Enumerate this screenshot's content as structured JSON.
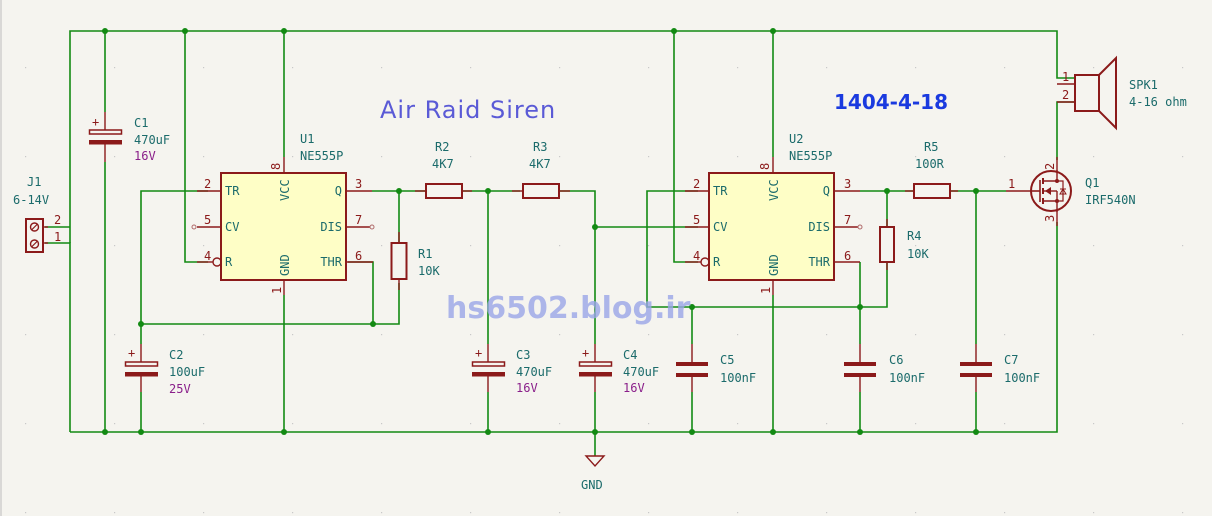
{
  "title": "Air Raid Siren",
  "date": "1404-4-18",
  "watermark": "hs6502.blog.ir",
  "colors": {
    "wire": "#138a13",
    "component": "#8b1a1a",
    "chip_fill": "#fefec6",
    "label": "#1b6b6b",
    "voltage": "#8a1f8a",
    "title": "#5a5ad6",
    "date": "#1a3adf"
  },
  "components": {
    "J1": {
      "ref": "J1",
      "value": "6-14V",
      "pins": [
        "2",
        "1"
      ]
    },
    "C1": {
      "ref": "C1",
      "value": "470uF",
      "voltage": "16V"
    },
    "C2": {
      "ref": "C2",
      "value": "100uF",
      "voltage": "25V"
    },
    "C3": {
      "ref": "C3",
      "value": "470uF",
      "voltage": "16V"
    },
    "C4": {
      "ref": "C4",
      "value": "470uF",
      "voltage": "16V"
    },
    "C5": {
      "ref": "C5",
      "value": "100nF"
    },
    "C6": {
      "ref": "C6",
      "value": "100nF"
    },
    "C7": {
      "ref": "C7",
      "value": "100nF"
    },
    "R1": {
      "ref": "R1",
      "value": "10K"
    },
    "R2": {
      "ref": "R2",
      "value": "4K7"
    },
    "R3": {
      "ref": "R3",
      "value": "4K7"
    },
    "R4": {
      "ref": "R4",
      "value": "10K"
    },
    "R5": {
      "ref": "R5",
      "value": "100R"
    },
    "U1": {
      "ref": "U1",
      "value": "NE555P"
    },
    "U2": {
      "ref": "U2",
      "value": "NE555P"
    },
    "Q1": {
      "ref": "Q1",
      "value": "IRF540N",
      "pins": [
        "1",
        "2",
        "3"
      ]
    },
    "SPK1": {
      "ref": "SPK1",
      "value": "4-16 ohm",
      "pins": [
        "1",
        "2"
      ]
    }
  },
  "ic_pins": {
    "left": [
      {
        "num": "2",
        "name": "TR"
      },
      {
        "num": "5",
        "name": "CV"
      },
      {
        "num": "4",
        "name": "R"
      }
    ],
    "right": [
      {
        "num": "3",
        "name": "Q"
      },
      {
        "num": "7",
        "name": "DIS"
      },
      {
        "num": "6",
        "name": "THR"
      }
    ],
    "top": {
      "num": "8",
      "name": "VCC"
    },
    "bottom": {
      "num": "1",
      "name": "GND"
    }
  },
  "power": {
    "gnd_label": "GND"
  }
}
